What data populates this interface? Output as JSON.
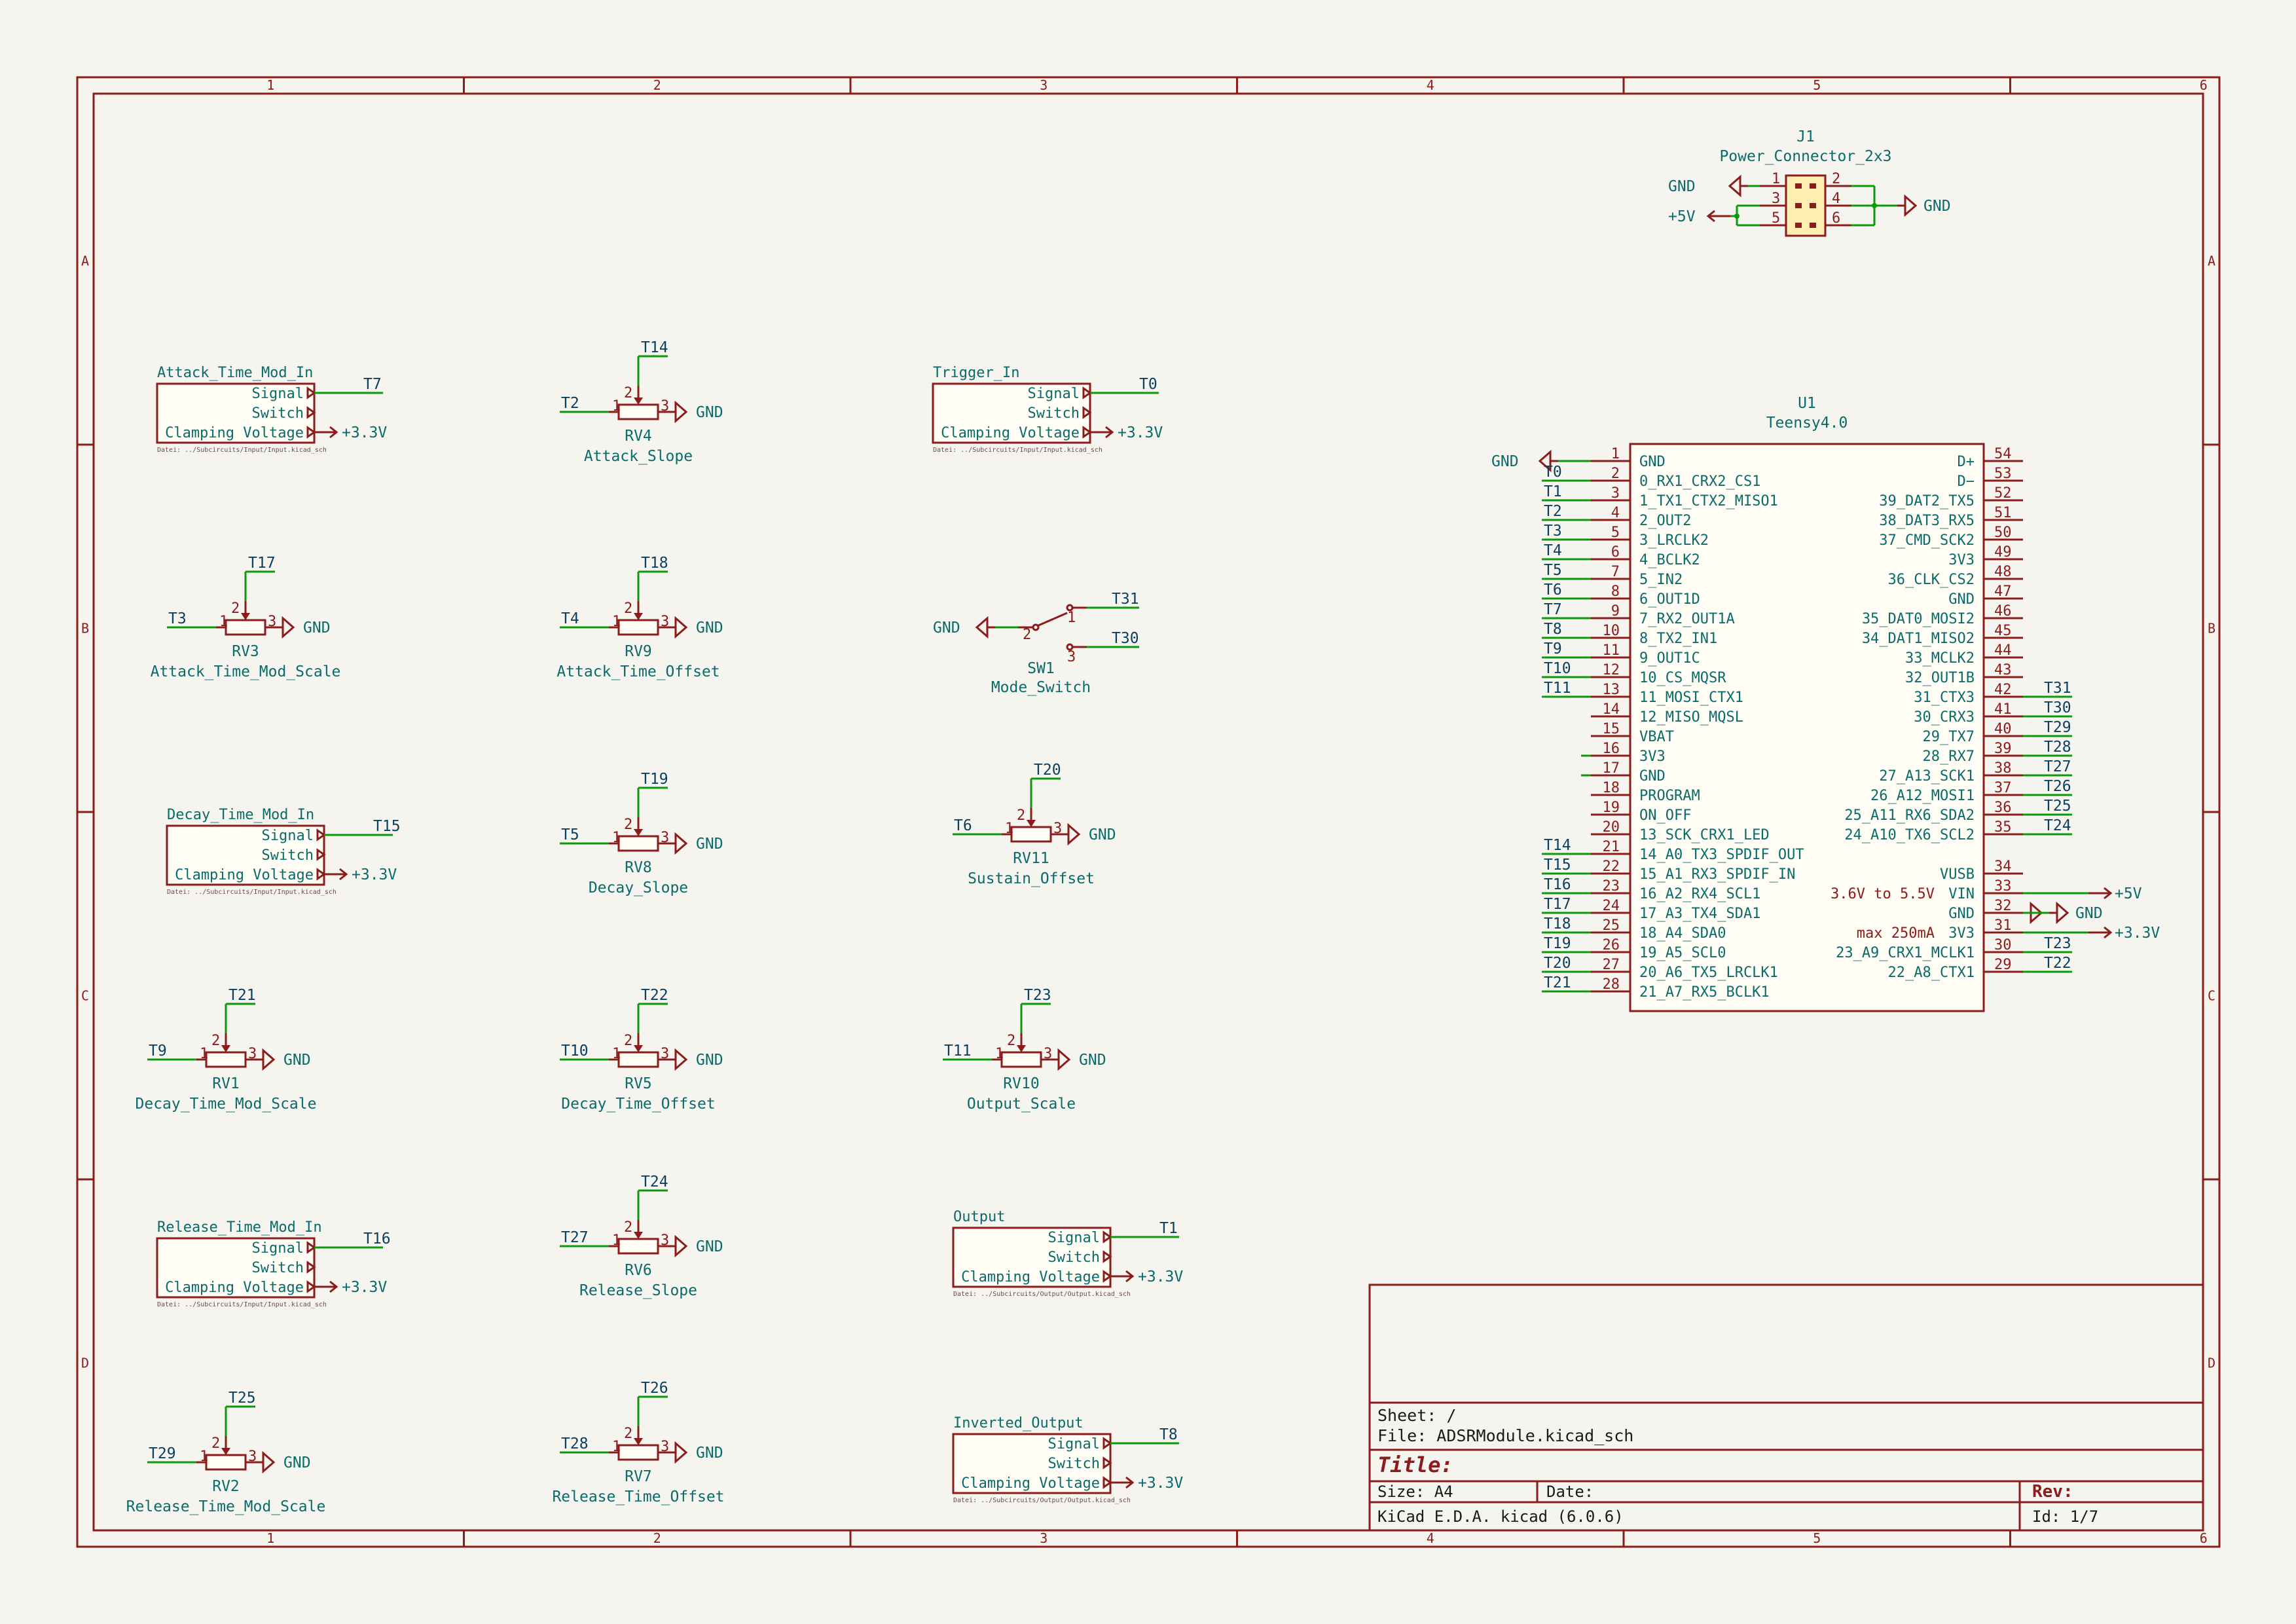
{
  "border": {
    "columns": [
      "1",
      "2",
      "3",
      "4",
      "5",
      "6"
    ],
    "rows": [
      "A",
      "B",
      "C",
      "D"
    ]
  },
  "title_block": {
    "sheet": "Sheet: /",
    "file": "File: ADSRModule.kicad_sch",
    "title": "Title:",
    "size": "Size: A4",
    "date": "Date:",
    "rev": "Rev:",
    "tool": "KiCad E.D.A.  kicad (6.0.6)",
    "id": "Id: 1/7"
  },
  "hier_sheets": [
    {
      "name": "Attack_Time_Mod_In",
      "file": "Datei: ../Subcircuits/Input/Input.kicad_sch",
      "pins": [
        "Signal",
        "Switch",
        "Clamping Voltage"
      ],
      "signal_net": "T7",
      "power": "+3.3V"
    },
    {
      "name": "Trigger_In",
      "file": "Datei: ../Subcircuits/Input/Input.kicad_sch",
      "pins": [
        "Signal",
        "Switch",
        "Clamping Voltage"
      ],
      "signal_net": "T0",
      "power": "+3.3V"
    },
    {
      "name": "Decay_Time_Mod_In",
      "file": "Datei: ../Subcircuits/Input/Input.kicad_sch",
      "pins": [
        "Signal",
        "Switch",
        "Clamping Voltage"
      ],
      "signal_net": "T15",
      "power": "+3.3V"
    },
    {
      "name": "Release_Time_Mod_In",
      "file": "Datei: ../Subcircuits/Input/Input.kicad_sch",
      "pins": [
        "Signal",
        "Switch",
        "Clamping Voltage"
      ],
      "signal_net": "T16",
      "power": "+3.3V"
    },
    {
      "name": "Output",
      "file": "Datei: ../Subcircuits/Output/Output.kicad_sch",
      "pins": [
        "Signal",
        "Switch",
        "Clamping Voltage"
      ],
      "signal_net": "T1",
      "power": "+3.3V"
    },
    {
      "name": "Inverted_Output",
      "file": "Datei: ../Subcircuits/Output/Output.kicad_sch",
      "pins": [
        "Signal",
        "Switch",
        "Clamping Voltage"
      ],
      "signal_net": "T8",
      "power": "+3.3V"
    }
  ],
  "pots": [
    {
      "ref": "RV4",
      "value": "Attack_Slope",
      "left_net": "T2",
      "wiper_net": "T14",
      "gnd": "GND"
    },
    {
      "ref": "RV3",
      "value": "Attack_Time_Mod_Scale",
      "left_net": "T3",
      "wiper_net": "T17",
      "gnd": "GND"
    },
    {
      "ref": "RV9",
      "value": "Attack_Time_Offset",
      "left_net": "T4",
      "wiper_net": "T18",
      "gnd": "GND"
    },
    {
      "ref": "RV8",
      "value": "Decay_Slope",
      "left_net": "T5",
      "wiper_net": "T19",
      "gnd": "GND"
    },
    {
      "ref": "RV11",
      "value": "Sustain_Offset",
      "left_net": "T6",
      "wiper_net": "T20",
      "gnd": "GND"
    },
    {
      "ref": "RV1",
      "value": "Decay_Time_Mod_Scale",
      "left_net": "T9",
      "wiper_net": "T21",
      "gnd": "GND"
    },
    {
      "ref": "RV5",
      "value": "Decay_Time_Offset",
      "left_net": "T10",
      "wiper_net": "T22",
      "gnd": "GND"
    },
    {
      "ref": "RV10",
      "value": "Output_Scale",
      "left_net": "T11",
      "wiper_net": "T23",
      "gnd": "GND"
    },
    {
      "ref": "RV6",
      "value": "Release_Slope",
      "left_net": "T27",
      "wiper_net": "T24",
      "gnd": "GND"
    },
    {
      "ref": "RV2",
      "value": "Release_Time_Mod_Scale",
      "left_net": "T29",
      "wiper_net": "T25",
      "gnd": "GND"
    },
    {
      "ref": "RV7",
      "value": "Release_Time_Offset",
      "left_net": "T28",
      "wiper_net": "T26",
      "gnd": "GND"
    }
  ],
  "switch": {
    "ref": "SW1",
    "value": "Mode_Switch",
    "gnd": "GND",
    "net1": "T31",
    "net3": "T30",
    "pins": [
      "1",
      "2",
      "3"
    ]
  },
  "pin_labels": {
    "p1": "1",
    "p2": "2",
    "p3": "3"
  },
  "connector": {
    "ref": "J1",
    "value": "Power_Connector_2x3",
    "left_pins": [
      "1",
      "3",
      "5"
    ],
    "right_pins": [
      "2",
      "4",
      "6"
    ],
    "gnd_left": "GND",
    "pwr_left": "+5V",
    "gnd_right": "GND"
  },
  "teensy": {
    "ref": "U1",
    "value": "Teensy4.0",
    "left": [
      {
        "num": "1",
        "name": "GND",
        "net": "GND"
      },
      {
        "num": "2",
        "name": "0_RX1_CRX2_CS1",
        "net": "T0"
      },
      {
        "num": "3",
        "name": "1_TX1_CTX2_MISO1",
        "net": "T1"
      },
      {
        "num": "4",
        "name": "2_OUT2",
        "net": "T2"
      },
      {
        "num": "5",
        "name": "3_LRCLK2",
        "net": "T3"
      },
      {
        "num": "6",
        "name": "4_BCLK2",
        "net": "T4"
      },
      {
        "num": "7",
        "name": "5_IN2",
        "net": "T5"
      },
      {
        "num": "8",
        "name": "6_OUT1D",
        "net": "T6"
      },
      {
        "num": "9",
        "name": "7_RX2_OUT1A",
        "net": "T7"
      },
      {
        "num": "10",
        "name": "8_TX2_IN1",
        "net": "T8"
      },
      {
        "num": "11",
        "name": "9_OUT1C",
        "net": "T9"
      },
      {
        "num": "12",
        "name": "10_CS_MQSR",
        "net": "T10"
      },
      {
        "num": "13",
        "name": "11_MOSI_CTX1",
        "net": "T11"
      },
      {
        "num": "14",
        "name": "12_MISO_MQSL",
        "net": ""
      },
      {
        "num": "15",
        "name": "VBAT",
        "net": ""
      },
      {
        "num": "16",
        "name": "3V3",
        "net": ""
      },
      {
        "num": "17",
        "name": "GND",
        "net": ""
      },
      {
        "num": "18",
        "name": "PROGRAM",
        "net": ""
      },
      {
        "num": "19",
        "name": "ON_OFF",
        "net": ""
      },
      {
        "num": "20",
        "name": "13_SCK_CRX1_LED",
        "net": ""
      },
      {
        "num": "21",
        "name": "14_A0_TX3_SPDIF_OUT",
        "net": "T14"
      },
      {
        "num": "22",
        "name": "15_A1_RX3_SPDIF_IN",
        "net": "T15"
      },
      {
        "num": "23",
        "name": "16_A2_RX4_SCL1",
        "net": "T16"
      },
      {
        "num": "24",
        "name": "17_A3_TX4_SDA1",
        "net": "T17"
      },
      {
        "num": "25",
        "name": "18_A4_SDA0",
        "net": "T18"
      },
      {
        "num": "26",
        "name": "19_A5_SCL0",
        "net": "T19"
      },
      {
        "num": "27",
        "name": "20_A6_TX5_LRCLK1",
        "net": "T20"
      },
      {
        "num": "28",
        "name": "21_A7_RX5_BCLK1",
        "net": "T21"
      }
    ],
    "right": [
      {
        "num": "54",
        "name": "D+",
        "net": ""
      },
      {
        "num": "53",
        "name": "D−",
        "net": ""
      },
      {
        "num": "52",
        "name": "39_DAT2_TX5",
        "net": ""
      },
      {
        "num": "51",
        "name": "38_DAT3_RX5",
        "net": ""
      },
      {
        "num": "50",
        "name": "37_CMD_SCK2",
        "net": ""
      },
      {
        "num": "49",
        "name": "3V3",
        "net": ""
      },
      {
        "num": "48",
        "name": "36_CLK_CS2",
        "net": ""
      },
      {
        "num": "47",
        "name": "GND",
        "net": ""
      },
      {
        "num": "46",
        "name": "35_DAT0_MOSI2",
        "net": ""
      },
      {
        "num": "45",
        "name": "34_DAT1_MISO2",
        "net": ""
      },
      {
        "num": "44",
        "name": "33_MCLK2",
        "net": ""
      },
      {
        "num": "43",
        "name": "32_OUT1B",
        "net": ""
      },
      {
        "num": "42",
        "name": "31_CTX3",
        "net": "T31"
      },
      {
        "num": "41",
        "name": "30_CRX3",
        "net": "T30"
      },
      {
        "num": "40",
        "name": "29_TX7",
        "net": "T29"
      },
      {
        "num": "39",
        "name": "28_RX7",
        "net": "T28"
      },
      {
        "num": "38",
        "name": "27_A13_SCK1",
        "net": "T27"
      },
      {
        "num": "37",
        "name": "26_A12_MOSI1",
        "net": "T26"
      },
      {
        "num": "36",
        "name": "25_A11_RX6_SDA2",
        "net": "T25"
      },
      {
        "num": "35",
        "name": "24_A10_TX6_SCL2",
        "net": "T24"
      },
      {
        "num": "",
        "name": "",
        "net": ""
      },
      {
        "num": "34",
        "name": "VUSB",
        "net": ""
      },
      {
        "num": "33",
        "name": "VIN",
        "net": "+5V"
      },
      {
        "num": "32",
        "name": "GND",
        "net": "GND"
      },
      {
        "num": "31",
        "name": "3V3",
        "net": "+3.3V"
      },
      {
        "num": "30",
        "name": "23_A9_CRX1_MCLK1",
        "net": "T23"
      },
      {
        "num": "29",
        "name": "22_A8_CTX1",
        "net": "T22"
      }
    ],
    "vin_note": "3.6V to 5.5V",
    "v33_note": "max 250mA"
  }
}
